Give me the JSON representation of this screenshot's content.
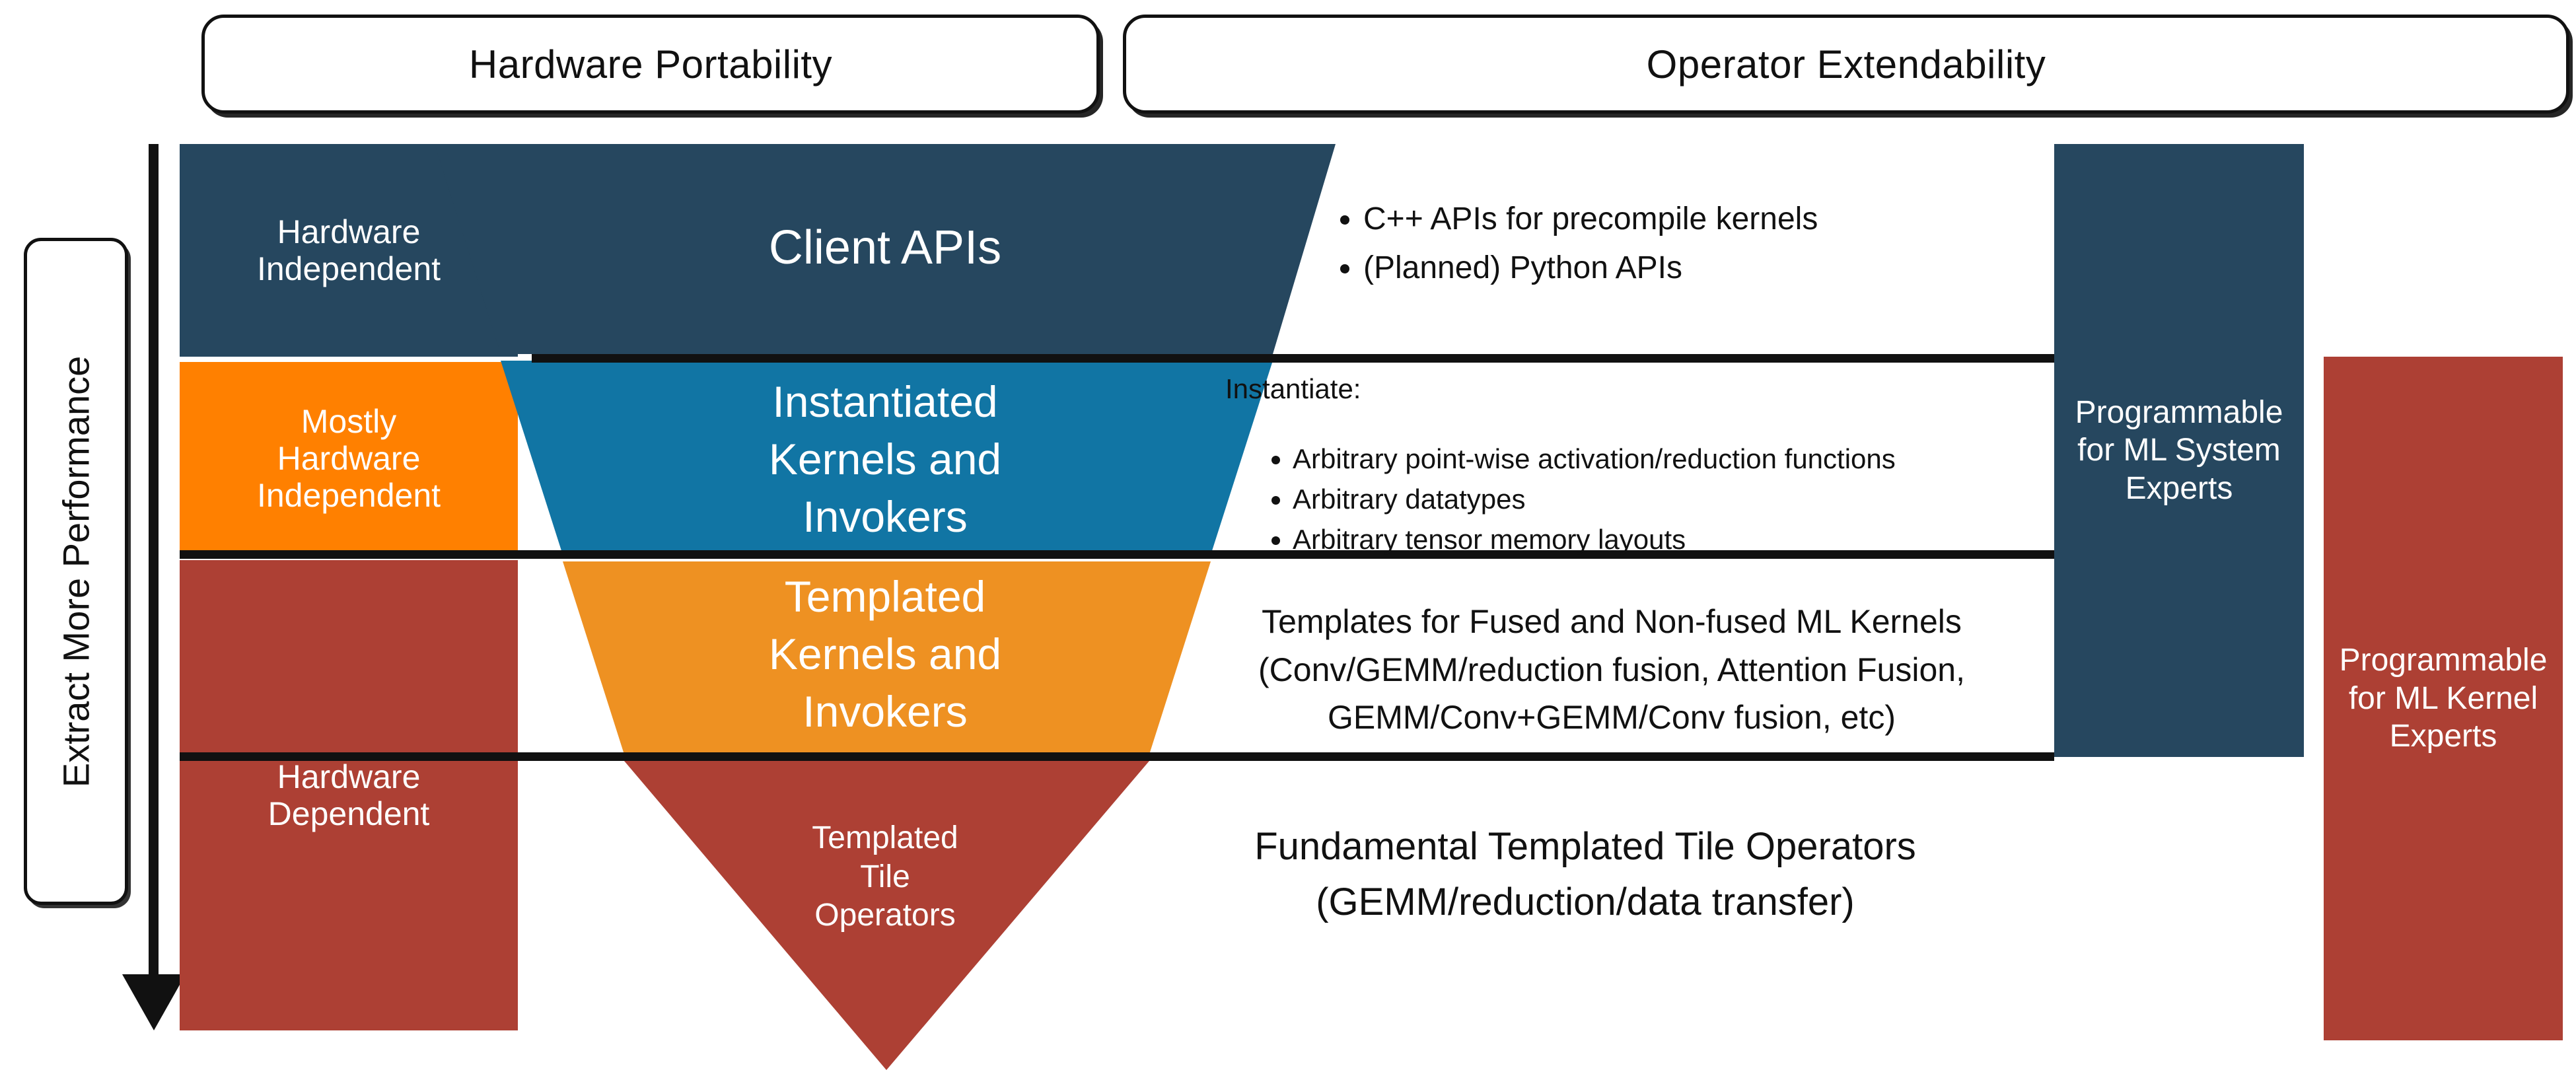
{
  "headers": {
    "portability": "Hardware Portability",
    "extendability": "Operator Extendability"
  },
  "axis": {
    "performance_label": "Extract More Performance",
    "arrow_icon": "down-arrow-icon"
  },
  "levels": [
    {
      "id": "hardware-independent",
      "label": "Hardware\nIndependent",
      "color": "#26475f"
    },
    {
      "id": "mostly-hardware-independent",
      "label": "Mostly\nHardware\nIndependent",
      "color": "#ff8000"
    },
    {
      "id": "hardware-dependent",
      "label": "Hardware\nDependent",
      "color": "#ad4034"
    }
  ],
  "funnel": {
    "client_apis": "Client APIs",
    "instantiated_kernels": "Instantiated\nKernels and\nInvokers",
    "templated_kernels": "Templated\nKernels and\nInvokers",
    "templated_tile_operators": "Templated\nTile\nOperators",
    "colors": {
      "client_apis": "#26475f",
      "instantiated_kernels": "#1175a4",
      "templated_kernels": "#ee9122",
      "templated_tile_operators": "#ad4034"
    }
  },
  "descriptions": {
    "client_api_bullets": [
      "C++ APIs for precompile kernels",
      "(Planned) Python APIs"
    ],
    "instantiate_heading": "Instantiate:",
    "instantiate_bullets": [
      "Arbitrary point-wise activation/reduction functions",
      "Arbitrary datatypes",
      "Arbitrary tensor memory layouts"
    ],
    "templates_text": "Templates for Fused and Non-fused ML Kernels\n(Conv/GEMM/reduction fusion, Attention Fusion,\nGEMM/Conv+GEMM/Conv fusion, etc)",
    "fundamental_text": "Fundamental Templated Tile Operators\n(GEMM/reduction/data transfer)"
  },
  "audience_bars": [
    {
      "id": "ml-system-experts",
      "label": "Programmable\nfor ML System\nExperts",
      "color": "#26475f"
    },
    {
      "id": "ml-kernel-experts",
      "label": "Programmable\nfor ML Kernel\nExperts",
      "color": "#ad4034"
    }
  ]
}
